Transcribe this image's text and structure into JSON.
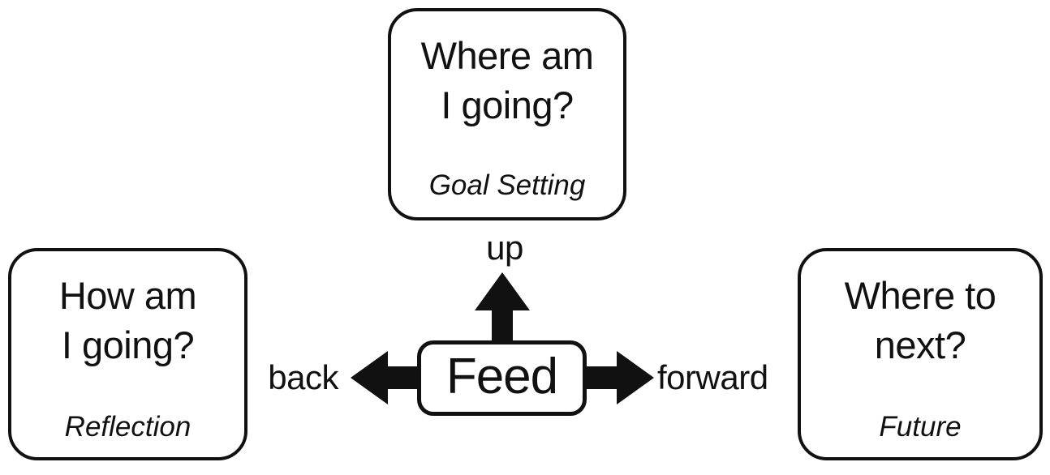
{
  "diagram": {
    "colors": {
      "ink": "#111111",
      "background": "#ffffff"
    },
    "nodes": {
      "goal_setting": {
        "question_line1": "Where am",
        "question_line2": "I going?",
        "label": "Goal Setting"
      },
      "reflection": {
        "question_line1": "How am",
        "question_line2": "I going?",
        "label": "Reflection"
      },
      "future": {
        "question_line1": "Where to",
        "question_line2": "next?",
        "label": "Future"
      },
      "feed": {
        "label": "Feed"
      }
    },
    "arrow_labels": {
      "up": "up",
      "back": "back",
      "forward": "forward"
    }
  }
}
